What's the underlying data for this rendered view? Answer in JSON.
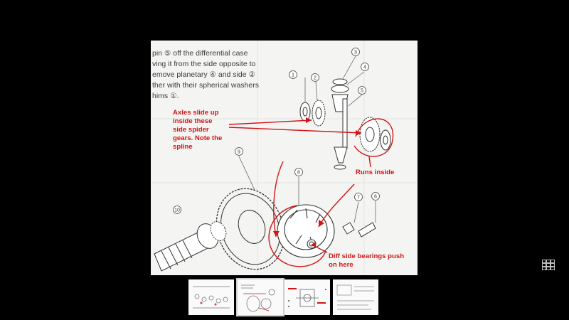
{
  "viewer": {
    "main_image": {
      "manual_text_lines": [
        "pin ⑤ off the differential case",
        "ving it from the side opposite to",
        "emove planetary ④ and side ②",
        "ther with their spherical washers",
        "hims ①."
      ],
      "part_labels": [
        "1",
        "2",
        "3",
        "4",
        "5",
        "6",
        "7",
        "8",
        "9",
        "10"
      ],
      "annotations": {
        "axles": [
          "Axles slide up",
          "inside these",
          "side spider",
          "gears. Note the",
          "spline"
        ],
        "runs_inside": "Runs inside",
        "bearings": [
          "Diff side bearings push",
          "on here"
        ]
      },
      "annotation_color": "#d21414"
    },
    "grid_icon": "grid-icon",
    "thumbnails": [
      {
        "name": "thumbnail-1",
        "active": false
      },
      {
        "name": "thumbnail-2",
        "active": true
      },
      {
        "name": "thumbnail-3",
        "active": false
      },
      {
        "name": "thumbnail-4",
        "active": false
      }
    ]
  }
}
